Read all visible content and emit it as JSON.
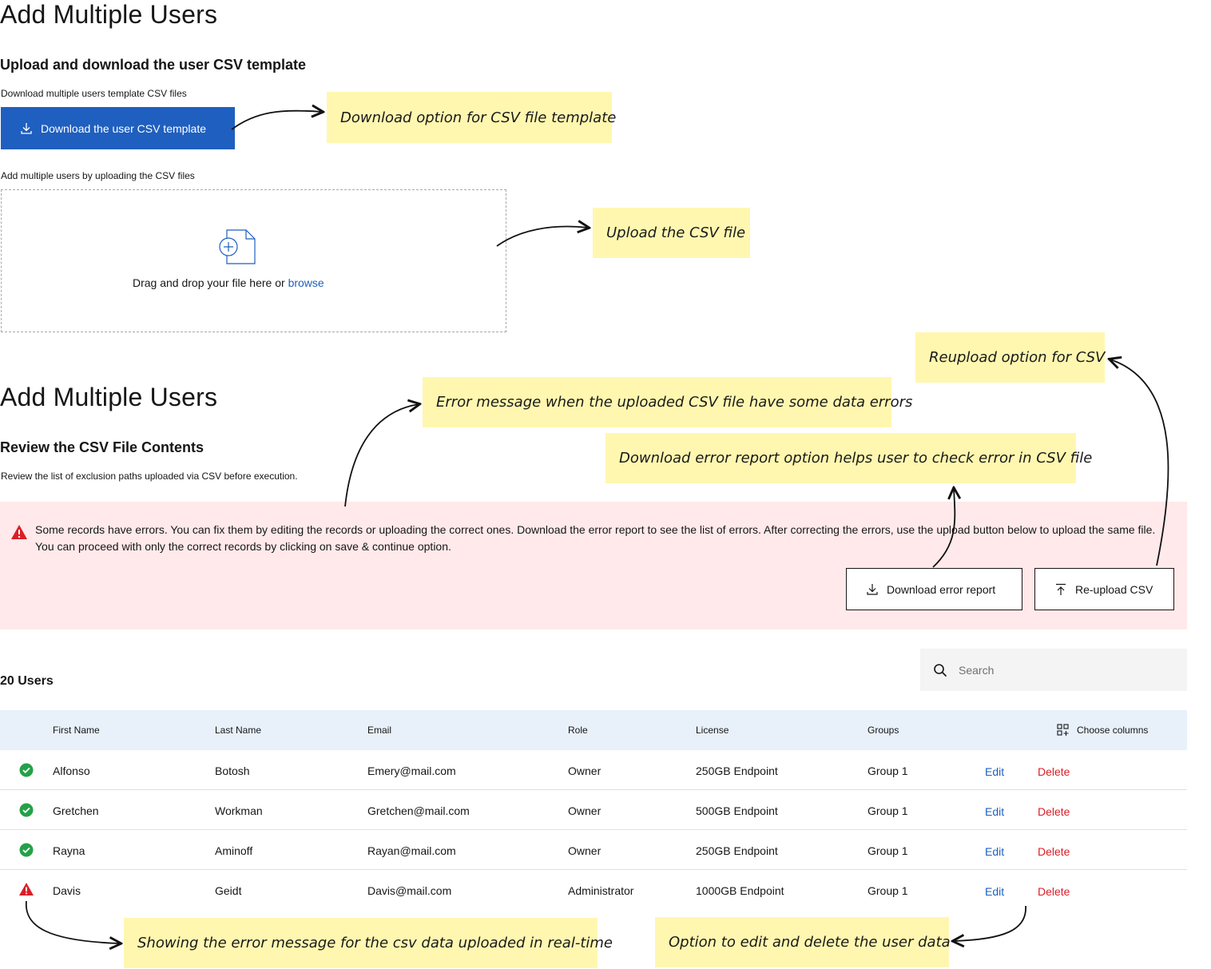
{
  "section1": {
    "title": "Add Multiple Users",
    "subtitle": "Upload and download the user CSV template",
    "download_caption": "Download multiple users template CSV files",
    "download_button": "Download the user CSV template",
    "upload_caption": "Add multiple users by uploading the CSV files",
    "dropzone_text": "Drag and drop your file here or ",
    "dropzone_link": "browse"
  },
  "section2": {
    "title": "Add Multiple Users",
    "subtitle": "Review the CSV File Contents",
    "description": "Review the list of exclusion paths uploaded via CSV before execution.",
    "alert_text": "Some records have errors. You can fix them by editing the records or uploading the correct ones. Download the error report to see the list of errors. After correcting the errors, use the upload button below to upload the same file. You can proceed with only the correct records by clicking on save & continue option.",
    "download_error_button": "Download error report",
    "reupload_button": "Re-upload CSV"
  },
  "table": {
    "count_label": "20 Users",
    "search_placeholder": "Search",
    "headers": [
      "First Name",
      "Last Name",
      "Email",
      "Role",
      "License",
      "Groups"
    ],
    "choose_columns": "Choose columns",
    "edit_label": "Edit",
    "delete_label": "Delete",
    "rows": [
      {
        "status": "success",
        "first": "Alfonso",
        "last": "Botosh",
        "email": "Emery@mail.com",
        "role": "Owner",
        "license": "250GB Endpoint",
        "group": "Group 1"
      },
      {
        "status": "success",
        "first": "Gretchen",
        "last": "Workman",
        "email": "Gretchen@mail.com",
        "role": "Owner",
        "license": "500GB Endpoint",
        "group": "Group 1"
      },
      {
        "status": "success",
        "first": "Rayna",
        "last": "Aminoff",
        "email": "Rayan@mail.com",
        "role": "Owner",
        "license": "250GB Endpoint",
        "group": "Group 1"
      },
      {
        "status": "error",
        "first": "Davis",
        "last": "Geidt",
        "email": "Davis@mail.com",
        "role": "Administrator",
        "license": "1000GB Endpoint",
        "group": "Group 1"
      }
    ]
  },
  "annotations": {
    "download_option": "Download option for CSV file template",
    "upload_csv": "Upload the CSV file",
    "reupload_option": "Reupload option for CSV",
    "error_message": "Error message when the uploaded CSV file have some data errors",
    "download_error_report": "Download error report option helps user to check error in CSV file",
    "realtime_error": "Showing the error message for the csv data uploaded in real-time",
    "edit_delete": "Option to edit and delete the user data"
  },
  "colors": {
    "primary": "#1f5fbf",
    "success": "#24a148",
    "error": "#da1e28",
    "alert_bg": "#ffe9ea",
    "note_bg": "#fff7b0",
    "header_bg": "#e8f0fa"
  },
  "icons": [
    "download-icon",
    "file-add-icon",
    "warning-icon",
    "upload-icon",
    "search-icon",
    "columns-icon",
    "check-circle-icon"
  ]
}
